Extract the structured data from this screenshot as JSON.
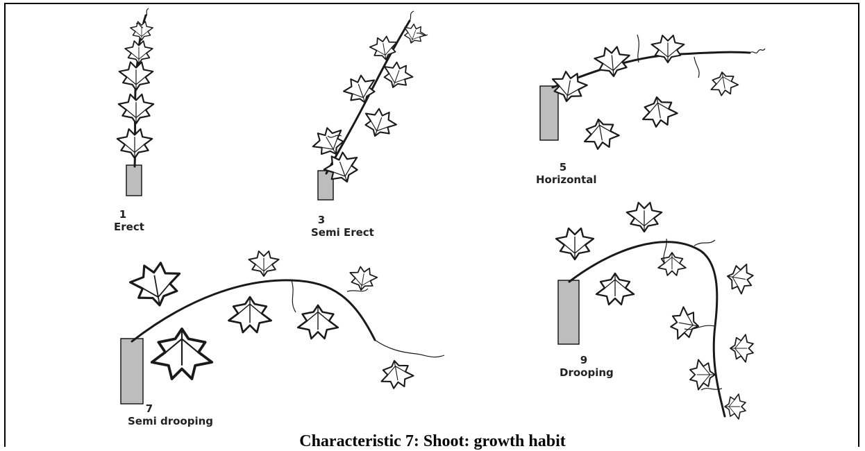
{
  "caption": "Characteristic 7: Shoot: growth habit",
  "habits": [
    {
      "code": "1",
      "label": "Erect"
    },
    {
      "code": "3",
      "label": "Semi Erect"
    },
    {
      "code": "5",
      "label": "Horizontal"
    },
    {
      "code": "7",
      "label": "Semi drooping"
    },
    {
      "code": "9",
      "label": "Drooping"
    }
  ]
}
